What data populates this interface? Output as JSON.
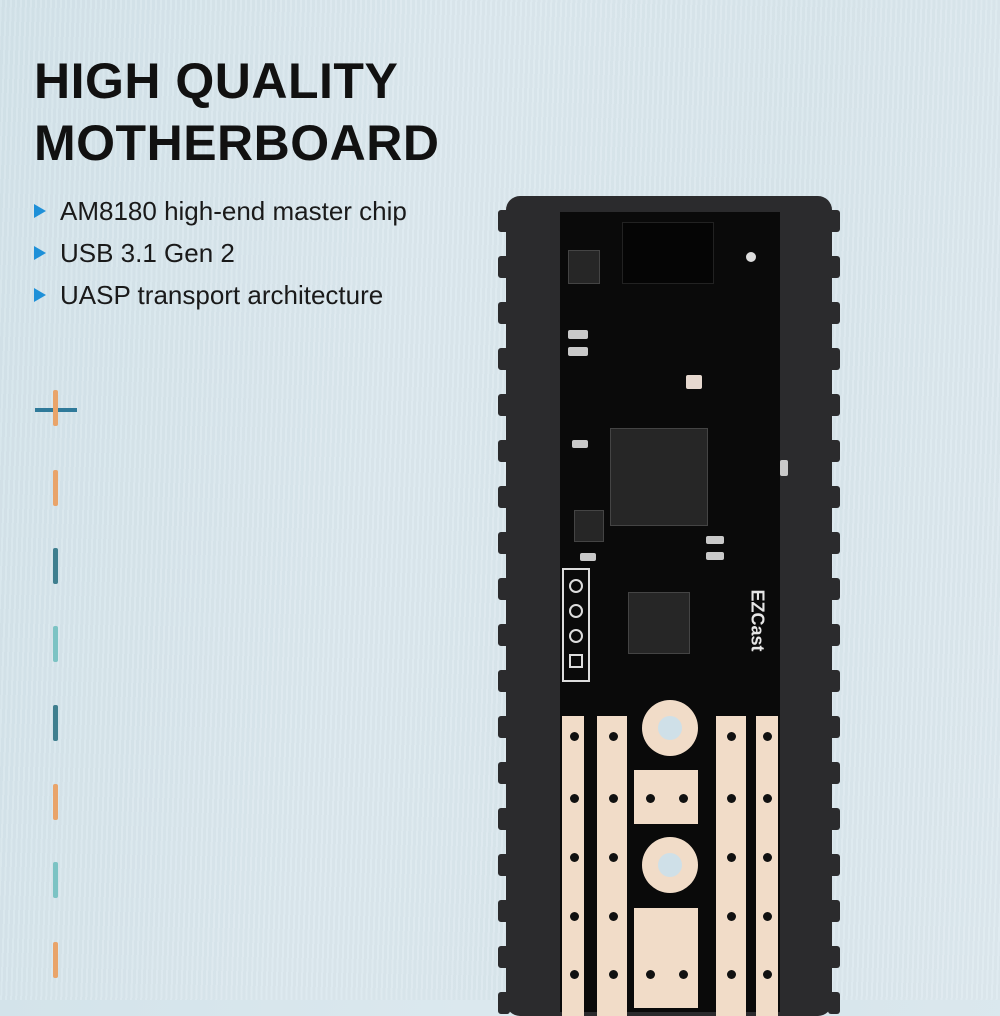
{
  "headline": {
    "line1": "HIGH QUALITY",
    "line2": "MOTHERBOARD"
  },
  "features": [
    {
      "icon": "triangle-bullet-icon",
      "text": "AM8180 high-end master chip"
    },
    {
      "icon": "triangle-bullet-icon",
      "text": "USB 3.1 Gen 2"
    },
    {
      "icon": "triangle-bullet-icon",
      "text": "UASP transport architecture"
    }
  ],
  "colors": {
    "background": "#d8e6ec",
    "headline": "#111111",
    "bullet": "#1e90d8",
    "enclosure": "#2b2b2d",
    "pcb": "#0a0a0a",
    "pads": "#f1dcc8",
    "dash_orange": "#e9a46a",
    "dash_teal_dark": "#3f7f8f",
    "dash_teal_light": "#7cc3c4"
  },
  "decorative_dashes": [
    "orange",
    "orange",
    "teal-dark",
    "teal-light",
    "teal-dark",
    "orange",
    "teal-light",
    "orange"
  ],
  "device": {
    "type": "M.2 NVMe SSD enclosure PCB",
    "silkscreen_logo": "EZCast"
  }
}
